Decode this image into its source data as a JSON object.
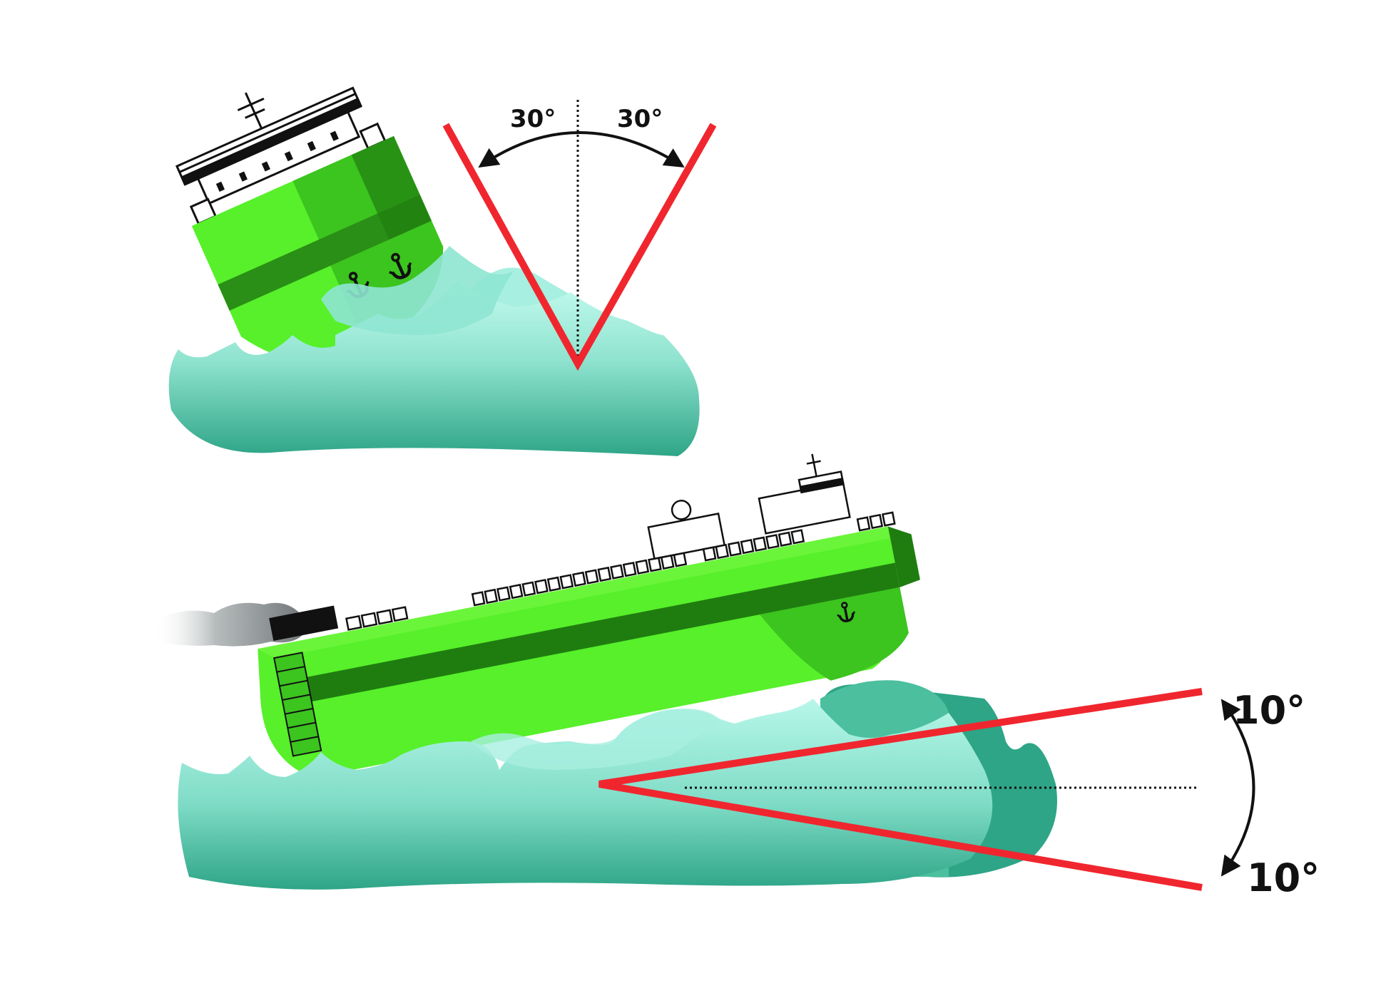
{
  "labels": {
    "roll_port": "30°",
    "roll_starboard": "30°",
    "pitch_up": "10°",
    "pitch_down": "10°"
  },
  "colors": {
    "angle_line": "#f0262f",
    "hull_light": "#57f02a",
    "hull_mid": "#3cc41f",
    "hull_dark": "#1f7d10",
    "hull_stripe": "#2a8f16",
    "wave_light": "#b4f5e8",
    "wave_mid": "#7ddcc9",
    "wave_dark": "#2ea587",
    "wave_back": "#4bbf9e",
    "outline": "#111111",
    "smoke": "#9aa1a3"
  },
  "icons": {
    "anchor": "anchor-icon",
    "double_arrow": "curved-double-arrow-icon"
  }
}
